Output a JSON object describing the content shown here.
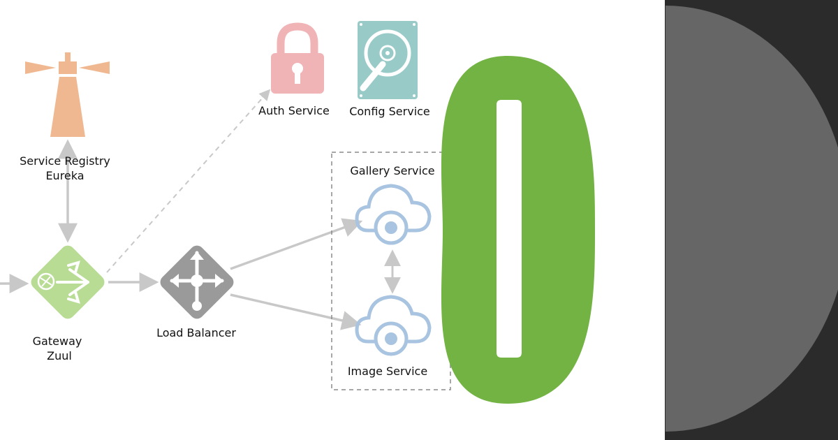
{
  "diagram": {
    "nodes": {
      "service_registry": {
        "lines": [
          "Service Registry",
          "Eureka"
        ],
        "icon": "lighthouse-icon"
      },
      "gateway": {
        "lines": [
          "Gateway",
          "Zuul"
        ],
        "icon": "gateway-router-icon"
      },
      "load_balancer": {
        "label": "Load Balancer",
        "icon": "load-balancer-icon"
      },
      "auth_service": {
        "label": "Auth Service",
        "icon": "padlock-icon"
      },
      "config_service": {
        "label": "Config Service",
        "icon": "hard-drive-icon"
      },
      "gallery_service": {
        "label": "Gallery Service",
        "icon": "cloud-service-icon"
      },
      "image_service": {
        "label": "Image Service",
        "icon": "cloud-service-icon"
      }
    }
  },
  "colors": {
    "lighthouse": "#f0b890",
    "gateway": "#b8dc94",
    "load_balancer": "#9a9a9a",
    "padlock": "#f0b4b6",
    "hard_drive": "#98cac8",
    "cloud": "#a8c4e0",
    "arrow": "#c8c8c8",
    "logo_green": "#72b343",
    "dark_panel": "#2b2b2b",
    "grey_circle": "#666666"
  }
}
